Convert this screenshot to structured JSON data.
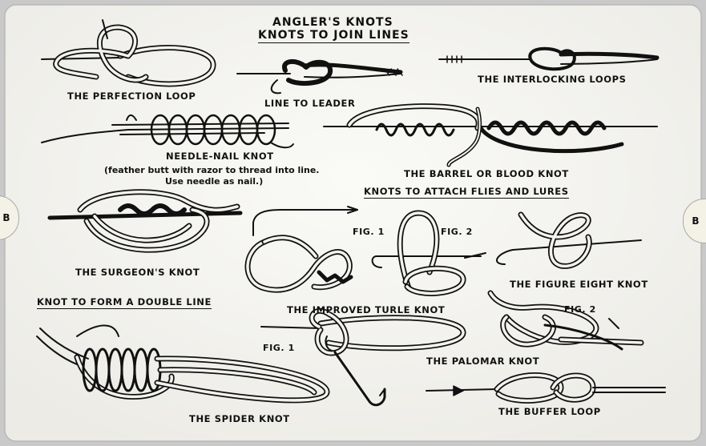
{
  "header": {
    "title": "ANGLER'S KNOTS",
    "subtitle": "KNOTS TO JOIN LINES"
  },
  "sections": {
    "attach": "KNOTS TO ATTACH FLIES AND LURES",
    "double_line": "KNOT TO FORM A DOUBLE LINE"
  },
  "knots": {
    "perfection_loop": "THE PERFECTION LOOP",
    "line_to_leader": "LINE TO LEADER",
    "interlocking_loops": "THE INTERLOCKING LOOPS",
    "needle_nail": "NEEDLE-NAIL KNOT",
    "needle_nail_note_1": "(feather butt with razor to thread into line.",
    "needle_nail_note_2": "Use needle as nail.)",
    "barrel_blood": "THE BARREL OR BLOOD KNOT",
    "surgeons": "THE SURGEON'S KNOT",
    "improved_turle": "THE IMPROVED TURLE KNOT",
    "figure_eight": "THE FIGURE EIGHT KNOT",
    "palomar": "THE PALOMAR KNOT",
    "spider": "THE SPIDER KNOT",
    "buffer_loop": "THE BUFFER LOOP"
  },
  "figures": {
    "turle_fig1": "FIG. 1",
    "turle_fig2": "FIG. 2",
    "palomar_fig1": "FIG. 1",
    "figure_eight_fig2": "FIG. 2"
  },
  "tabs": {
    "left": "B",
    "right": "B"
  },
  "colors": {
    "card": "#f3f2ee",
    "ink": "#111111",
    "border": "#c9c9c9"
  }
}
